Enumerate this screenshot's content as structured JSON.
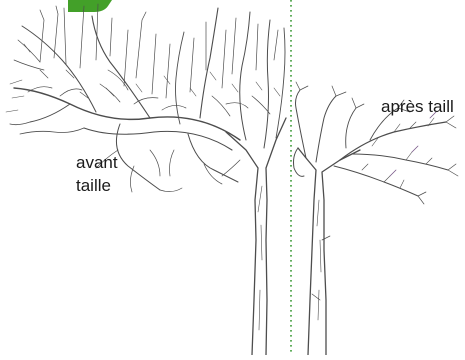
{
  "figure": {
    "label_before_line1": "avant",
    "label_before_line2": "taille",
    "label_after": "après taill",
    "colors": {
      "accent_green": "#43a029",
      "divider_green": "#3a9a35",
      "branch_stroke": "#4d4d4d",
      "trunk_fill": "#ffffff"
    }
  }
}
